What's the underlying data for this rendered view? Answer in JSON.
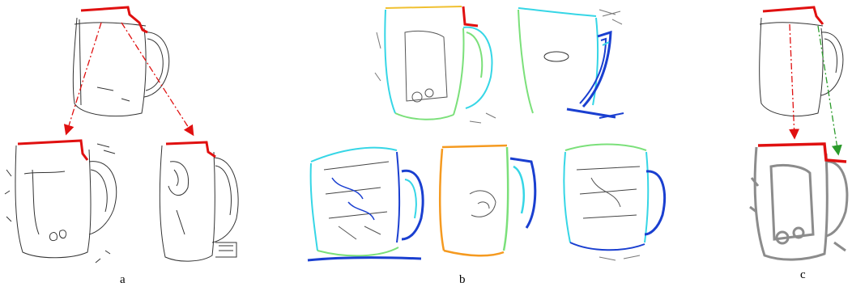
{
  "panels": [
    {
      "label": "a"
    },
    {
      "label": "b"
    },
    {
      "label": "c"
    }
  ],
  "colors": {
    "sketch": "#333333",
    "clutter": "#777777",
    "highlight": "#e01010",
    "arrow_red": "#e01010",
    "arrow_green": "#2a9a2a",
    "edge_blue": "#1a3fd0",
    "edge_cyan": "#36d6e6",
    "edge_green": "#7be07a",
    "edge_yellow": "#f0c030",
    "edge_orange": "#f59a20",
    "gray_shape": "#8c8c8c"
  }
}
